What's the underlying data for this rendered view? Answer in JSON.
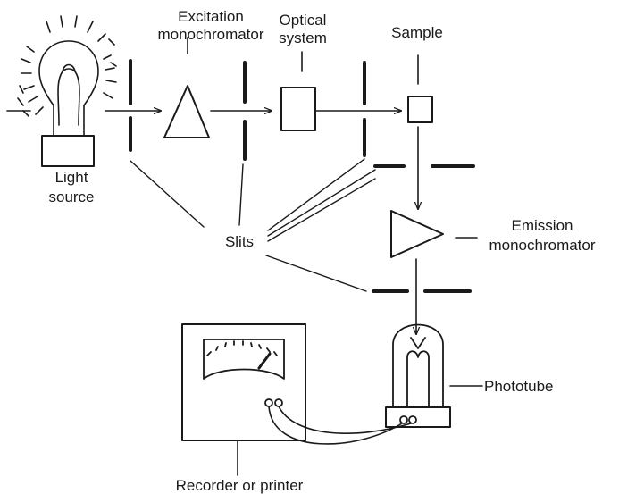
{
  "labels": {
    "light_source_1": "Light",
    "light_source_2": "source",
    "excitation_1": "Excitation",
    "excitation_2": "monochromator",
    "optical_1": "Optical",
    "optical_2": "system",
    "sample": "Sample",
    "slits": "Slits",
    "emission_1": "Emission",
    "emission_2": "monochromator",
    "phototube": "Phototube",
    "recorder": "Recorder or printer"
  },
  "colors": {
    "ink": "#1a1a1a",
    "background": "#ffffff"
  }
}
